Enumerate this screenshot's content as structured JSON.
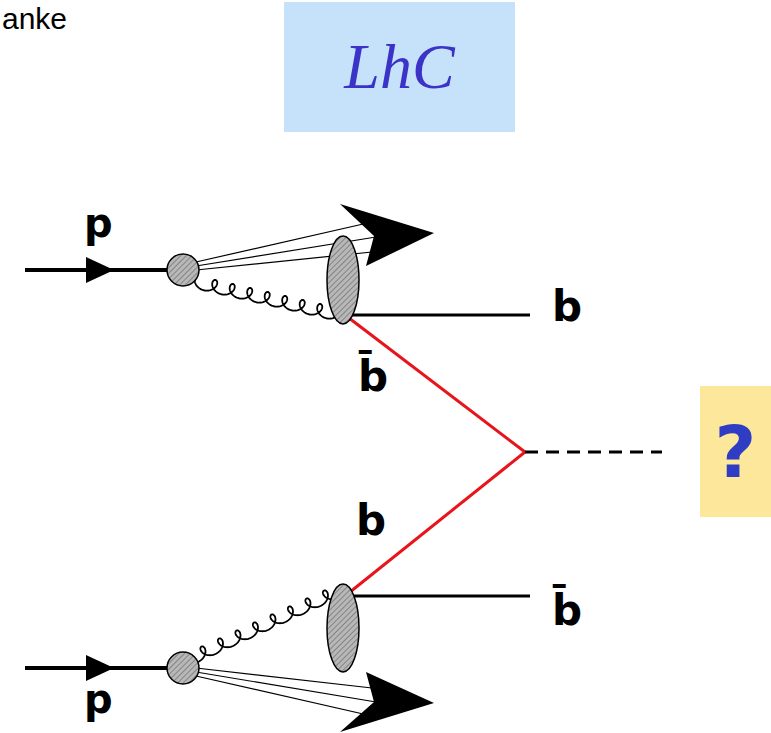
{
  "diagram": {
    "nodes": [
      {
        "text": [
          "LhC"
        ]
      },
      {
        "text": [
          "?"
        ]
      }
    ],
    "labels": [
      "anke",
      "p",
      "b",
      "b̄",
      "b",
      "b̄",
      "p"
    ]
  }
}
